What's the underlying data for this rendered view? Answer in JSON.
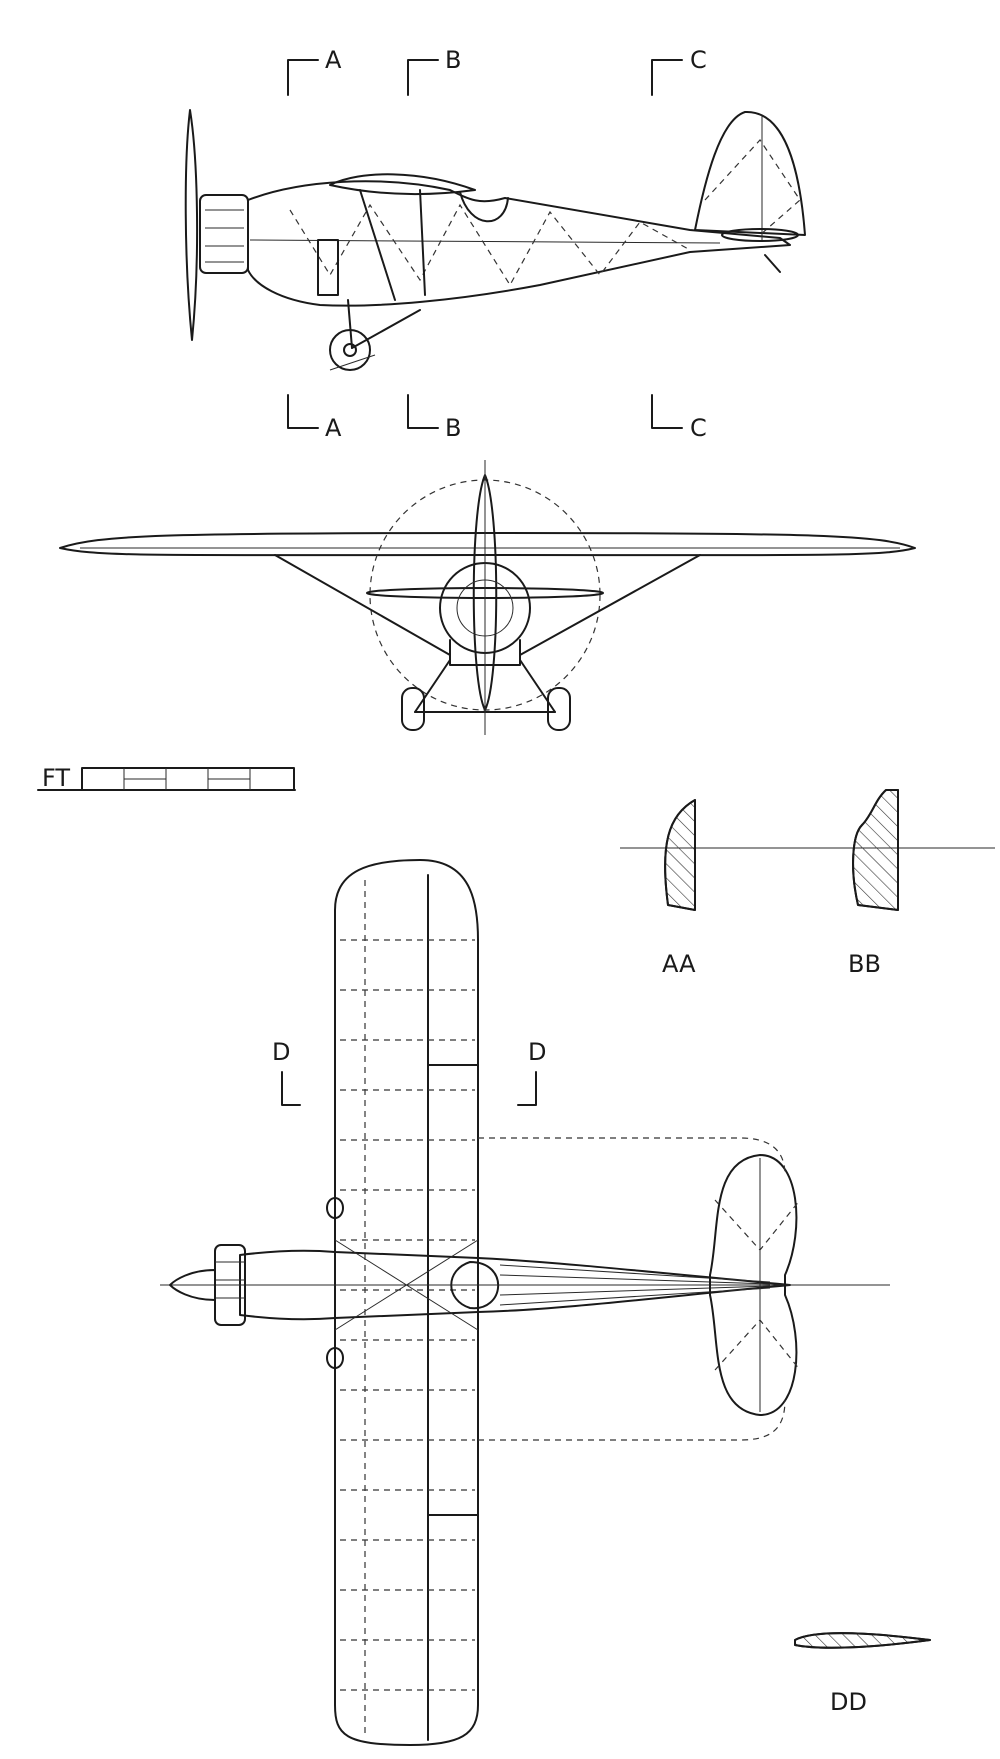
{
  "drawing": {
    "background": "#ffffff",
    "ink": "#1a1a1a",
    "section_markers": {
      "a_top": "A",
      "b_top": "B",
      "c_top": "C",
      "a_bottom": "A",
      "b_bottom": "B",
      "c_bottom": "C",
      "d_left": "D",
      "d_right": "D"
    },
    "scale_bar": {
      "unit": "FT"
    },
    "sections": {
      "aa": "AA",
      "bb": "BB",
      "dd": "DD"
    },
    "views": {
      "side": "side-elevation",
      "front": "front-elevation",
      "plan": "plan-view"
    }
  }
}
